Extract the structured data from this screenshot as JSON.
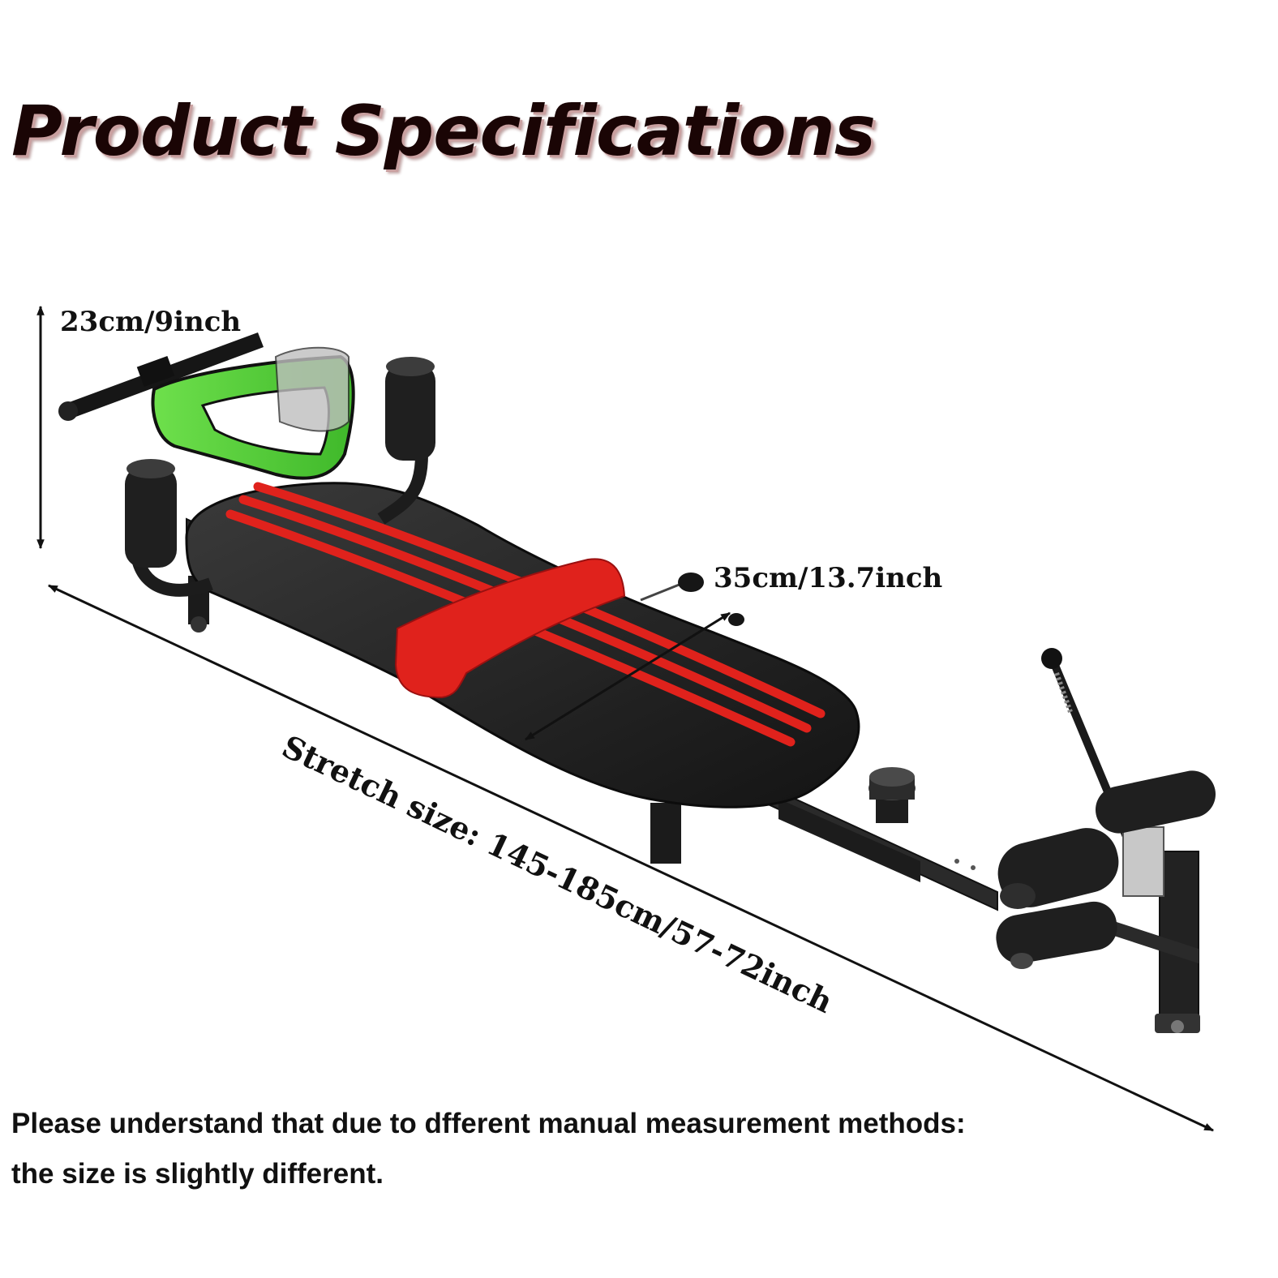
{
  "title": "Product Specifications",
  "dimensions": {
    "height_label": "23cm/9inch",
    "width_label": "35cm/13.7inch",
    "stretch_label": "Stretch size: 145-185cm/57-72inch"
  },
  "note": {
    "line1": "Please understand that due to dfferent manual measurement methods:",
    "line2": "the size is slightly different."
  },
  "colors": {
    "frame": "#1e1e1e",
    "stripe": "#e0221c",
    "strap": "#53d43a"
  }
}
